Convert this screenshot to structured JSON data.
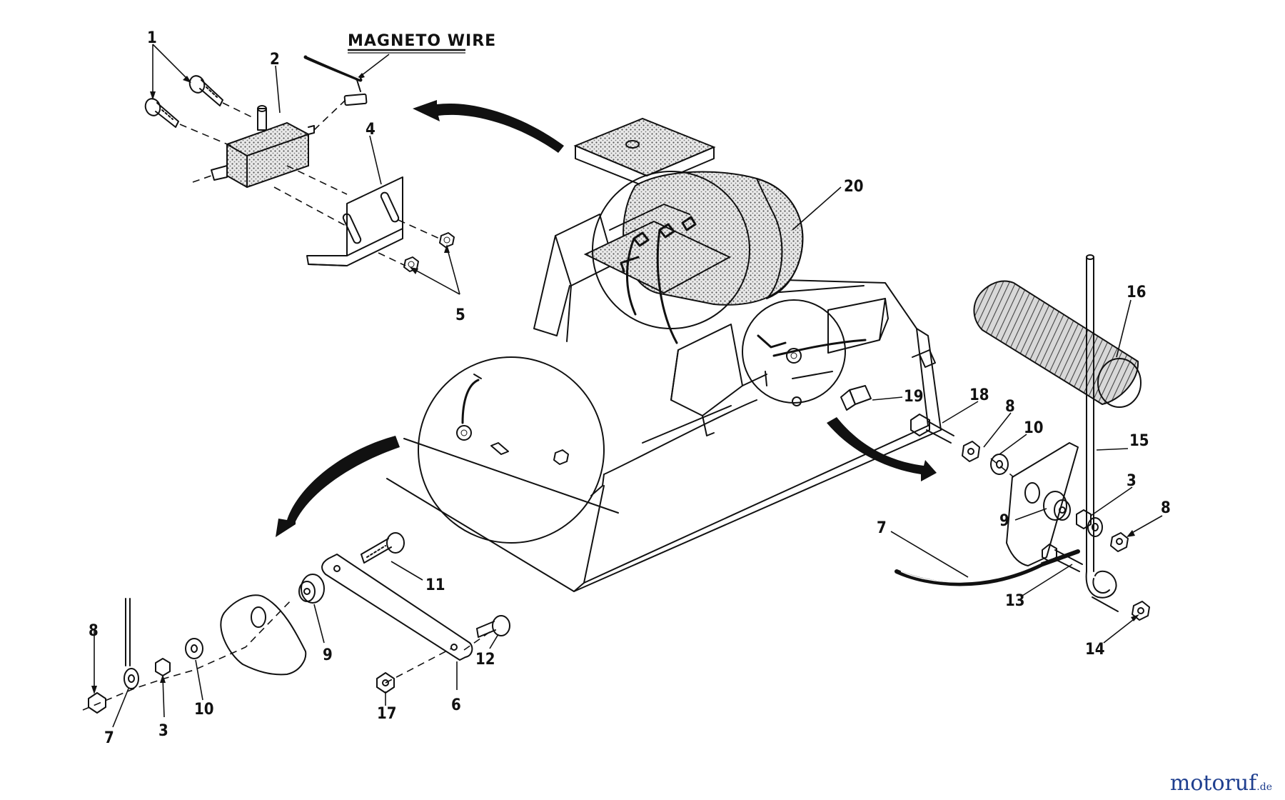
{
  "diagram": {
    "title": "MAGNETO WIRE",
    "callouts": {
      "c1": "1",
      "c2": "2",
      "c4": "4",
      "c5": "5",
      "c20": "20",
      "c16": "16",
      "c18": "18",
      "c8a": "8",
      "c10a": "10",
      "c19": "19",
      "c15": "15",
      "c3a": "3",
      "c8b": "8",
      "c9a": "9",
      "c7a": "7",
      "c13": "13",
      "c14": "14",
      "c11": "11",
      "c9b": "9",
      "c12": "12",
      "c6": "6",
      "c17": "17",
      "c10b": "10",
      "c3b": "3",
      "c8c": "8",
      "c7b": "7"
    }
  },
  "watermark": {
    "name": "motoruf",
    "suffix": ".de"
  },
  "colors": {
    "ink": "#111111",
    "watermark": "#1f3f8f"
  }
}
